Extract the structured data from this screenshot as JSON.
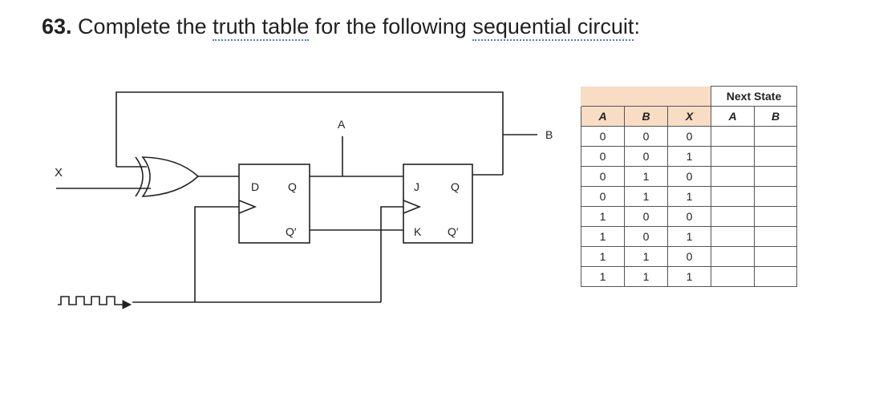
{
  "question": {
    "number": "63.",
    "text_pre": " Complete the ",
    "link1": "truth table",
    "text_mid": " for the following ",
    "link2": "sequential circuit",
    "text_post": ":"
  },
  "circuit": {
    "labels": {
      "x_input": "X",
      "a_signal": "A",
      "b_signal": "B",
      "ff1_d": "D",
      "ff1_q": "Q",
      "ff1_qbar": "Q′",
      "ff2_j": "J",
      "ff2_q": "Q",
      "ff2_k": "K",
      "ff2_qbar": "Q′"
    }
  },
  "table": {
    "header_next_state": "Next State",
    "input_headers": [
      "A",
      "B",
      "X"
    ],
    "next_headers": [
      "A",
      "B"
    ],
    "rows": [
      [
        "0",
        "0",
        "0"
      ],
      [
        "0",
        "0",
        "1"
      ],
      [
        "0",
        "1",
        "0"
      ],
      [
        "0",
        "1",
        "1"
      ],
      [
        "1",
        "0",
        "0"
      ],
      [
        "1",
        "0",
        "1"
      ],
      [
        "1",
        "1",
        "0"
      ],
      [
        "1",
        "1",
        "1"
      ]
    ]
  },
  "colors": {
    "header_fill": "#f9dcc4",
    "wire": "#222222",
    "link_underline": "#4a7fd0"
  }
}
